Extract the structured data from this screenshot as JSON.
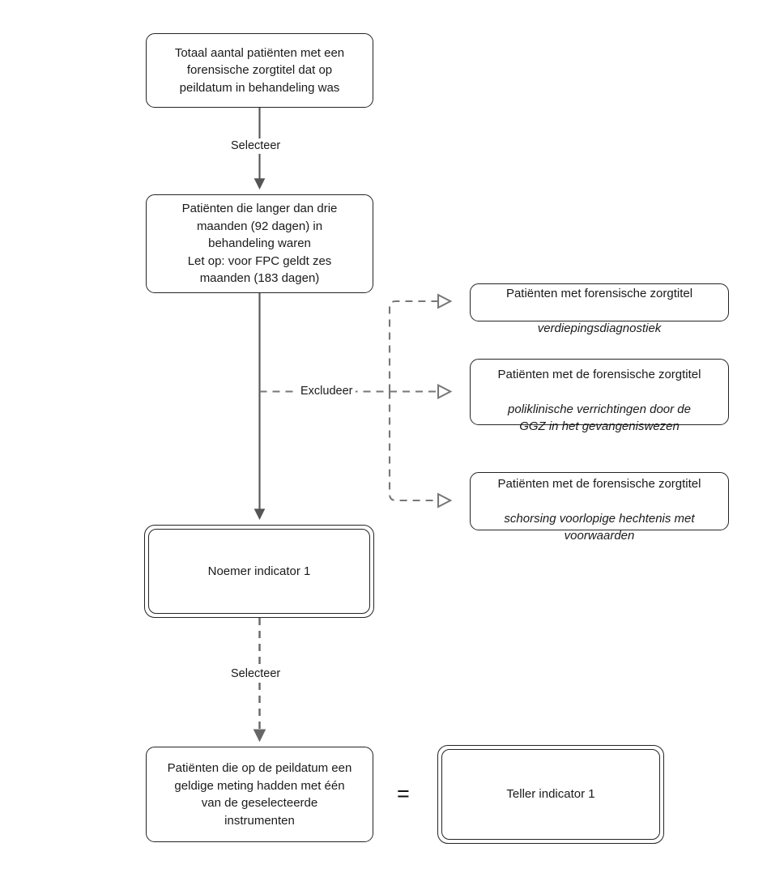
{
  "diagram": {
    "title": "Noemer en teller indicator 1 stroomschema",
    "colors": {
      "node_stroke": "#242424",
      "node_fill": "#ffffff",
      "edge_solid": "#555555",
      "edge_dashed": "#777777",
      "text": "#1a1a1a",
      "background": "#ffffff"
    }
  },
  "nodes": {
    "total_patients": {
      "name": "totaal-aantal-patienten-box",
      "text": "Totaal aantal patiënten met een\nforensische zorgtitel dat op\npeildatum in behandeling was"
    },
    "longer_than_three_months": {
      "name": "langer-dan-drie-maanden-box",
      "text": "Patiënten die langer dan drie\nmaanden (92 dagen) in\nbehandeling waren\nLet op: voor FPC geldt zes\nmaanden (183 dagen)"
    },
    "noemer": {
      "name": "noemer-indicator-1-box",
      "text": "Noemer indicator 1"
    },
    "valid_measurement": {
      "name": "geldige-meting-box",
      "text": "Patiënten die op de peildatum een\ngeldige meting hadden met één\nvan de geselecteerde\ninstrumenten"
    },
    "teller": {
      "name": "teller-indicator-1-box",
      "text": "Teller indicator 1"
    },
    "exclusions": [
      {
        "name": "exclusie-verdiepingsdiagnostiek-box",
        "line1": "Patiënten met forensische zorgtitel",
        "line2_italic": "verdiepingsdiagnostiek"
      },
      {
        "name": "exclusie-poliklinische-verrichtingen-box",
        "line1": "Patiënten met de forensische zorgtitel",
        "line2_italic": "poliklinische verrichtingen door de\nGGZ in het gevangeniswezen"
      },
      {
        "name": "exclusie-schorsing-voorlopige-hechtenis-box",
        "line1": "Patiënten met de forensische zorgtitel",
        "line2_italic": "schorsing voorlopige hechtenis met\nvoorwaarden"
      }
    ]
  },
  "edges": {
    "select_top": {
      "name": "edge-label-selecteer-top",
      "label": "Selecteer",
      "style": "solid",
      "arrowhead": "filled"
    },
    "exclude": {
      "name": "edge-label-excludeer",
      "label": "Excludeer",
      "style": "dashed",
      "arrowhead": "open"
    },
    "select_bottom": {
      "name": "edge-label-selecteer-bottom",
      "label": "Selecteer",
      "style": "dashed",
      "arrowhead": "filled"
    },
    "equals": {
      "name": "equals-sign",
      "label": "="
    }
  }
}
